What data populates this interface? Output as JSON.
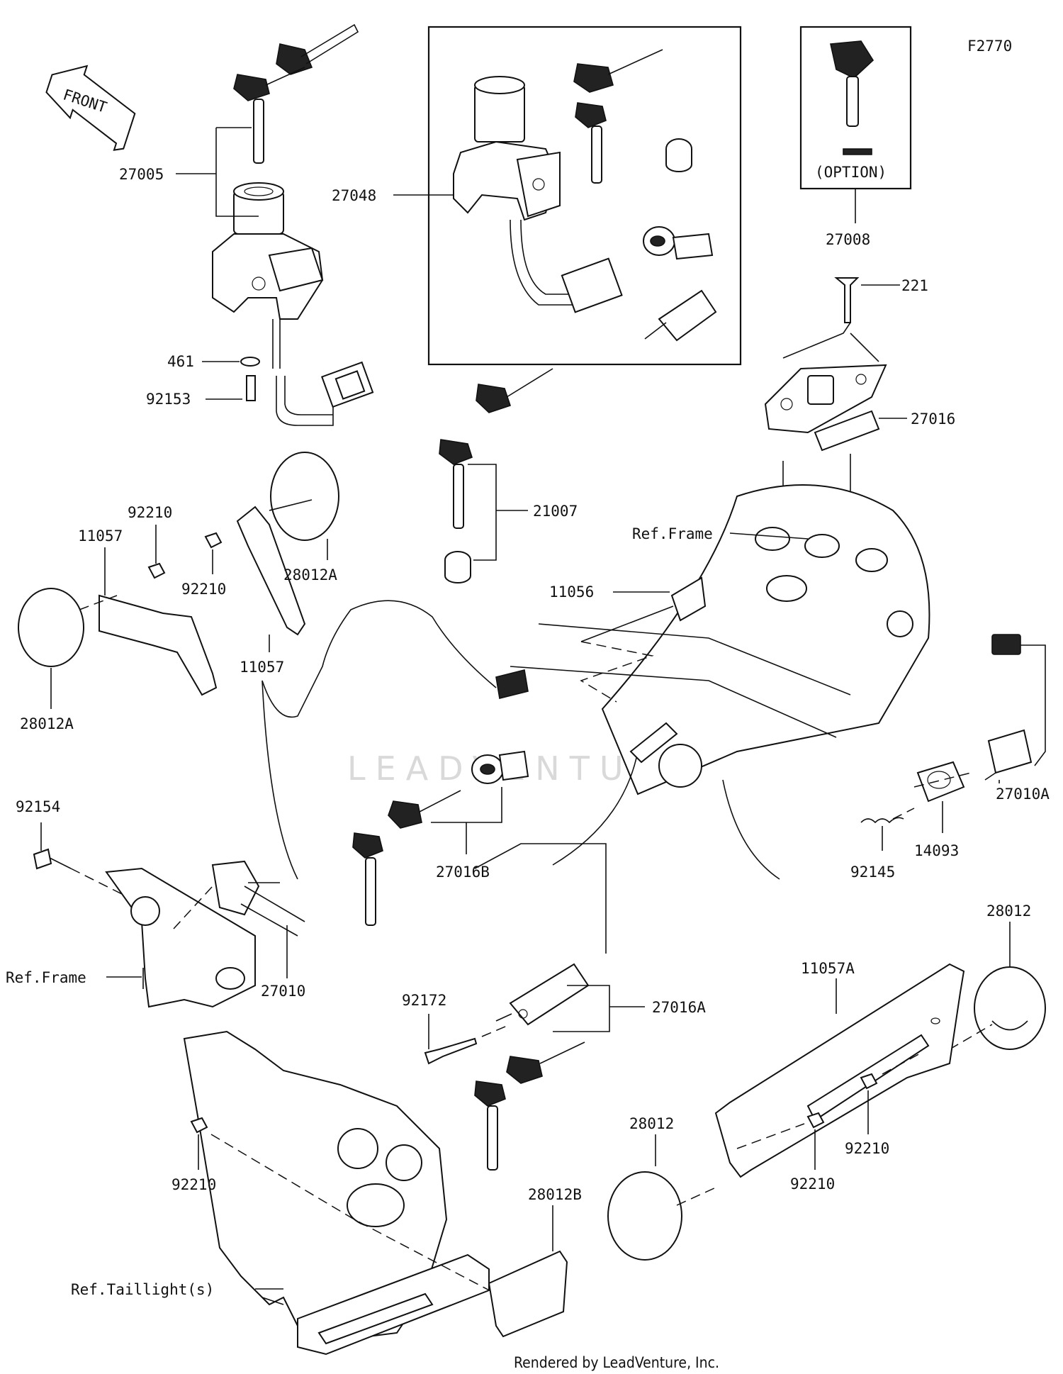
{
  "diagram_id": "F2770",
  "front_arrow_label": "FRONT",
  "watermark": "LEADVENTURE",
  "footer": "Rendered by LeadVenture, Inc.",
  "option_box": {
    "label": "(OPTION)"
  },
  "callouts": {
    "c27005": "27005",
    "c27048": "27048",
    "c27008": "27008",
    "c221": "221",
    "c461": "461",
    "c92153": "92153",
    "c27016": "27016",
    "c21007": "21007",
    "c92210_a": "92210",
    "c11057_a": "11057",
    "c92210_b": "92210",
    "c28012A_a": "28012A",
    "c11057_b": "11057",
    "c28012A_b": "28012A",
    "c11056": "11056",
    "c_ref_frame_a": "Ref.Frame",
    "c92154": "92154",
    "c_ref_frame_b": "Ref.Frame",
    "c27010": "27010",
    "c27016B": "27016B",
    "c92145": "92145",
    "c14093": "14093",
    "c27010A": "27010A",
    "c92172": "92172",
    "c27016A": "27016A",
    "c28012_a": "28012",
    "c11057A": "11057A",
    "c28012_b": "28012",
    "c92210_c": "92210",
    "c92210_d": "92210",
    "c92210_e": "92210",
    "c28012B": "28012B",
    "c_ref_taillight": "Ref.Taillight(s)"
  },
  "colors": {
    "line": "#111111",
    "background": "#ffffff",
    "watermark": "#d9d9d9"
  }
}
